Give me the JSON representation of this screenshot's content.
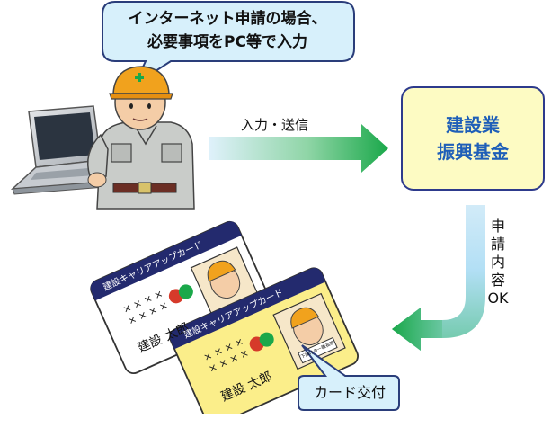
{
  "speech_bubble": {
    "line1": "インターネット申請の場合、",
    "line2": "必要事項をPC等で入力"
  },
  "arrow_submit": {
    "label": "入力・送信"
  },
  "fund": {
    "line1": "建設業",
    "line2": "振興基金"
  },
  "review": {
    "chars": [
      "申",
      "請",
      "内",
      "容",
      "OK"
    ]
  },
  "cards": {
    "header": "建設キャリアアップカード",
    "marks_line1": "× × × ×",
    "marks_line2": "× × × ×",
    "name": "建設 太郎",
    "badge": "下請けの一職長等"
  },
  "callout": {
    "label": "カード交付"
  },
  "colors": {
    "arrow_green": "#1aa84a",
    "arrow_light": "#bfe3f6",
    "card_white": "#ffffff",
    "card_yellow": "#fbee8a",
    "card_header": "#232a6e",
    "fund_fill": "#fdfbc3",
    "fund_border": "#2d3a8c",
    "fund_text": "#1f5fb8",
    "bubble_fill": "#d7f0fb",
    "bubble_border": "#2a3d7a"
  }
}
